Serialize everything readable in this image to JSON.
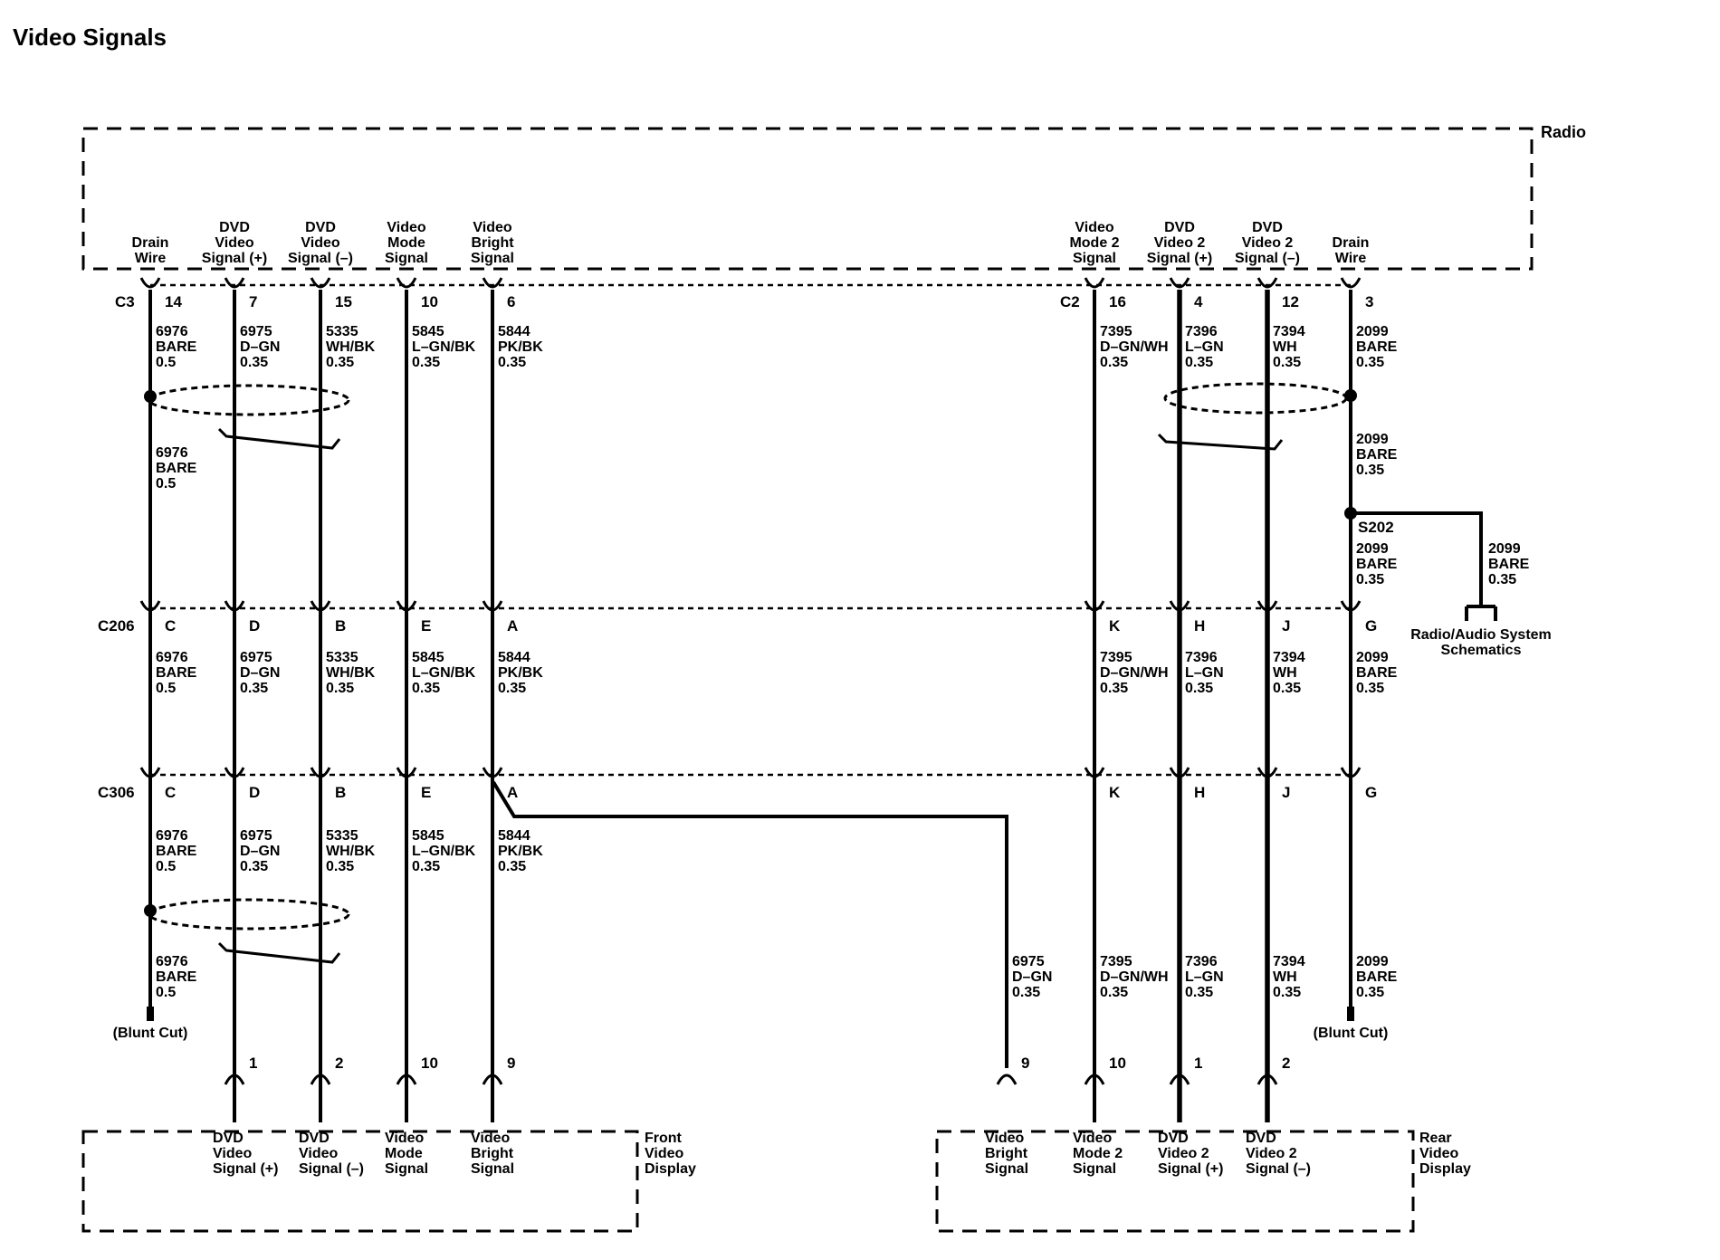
{
  "title": "Video Signals",
  "components": {
    "radio": "Radio",
    "front_display": [
      "Front",
      "Video",
      "Display"
    ],
    "rear_display": [
      "Rear",
      "Video",
      "Display"
    ],
    "radio_audio_ref": [
      "Radio/Audio System",
      "Schematics"
    ]
  },
  "connectors": {
    "c3": "C3",
    "c2": "C2",
    "c206": "C206",
    "c306": "C306"
  },
  "splice": "S202",
  "blunt_cut": "(Blunt Cut)",
  "radio_pins": [
    {
      "name": [
        "Drain",
        "Wire"
      ],
      "pin": "14"
    },
    {
      "name": [
        "DVD",
        "Video",
        "Signal (+)"
      ],
      "pin": "7"
    },
    {
      "name": [
        "DVD",
        "Video",
        "Signal (–)"
      ],
      "pin": "15"
    },
    {
      "name": [
        "Video",
        "Mode",
        "Signal"
      ],
      "pin": "10"
    },
    {
      "name": [
        "Video",
        "Bright",
        "Signal"
      ],
      "pin": "6"
    },
    {
      "name": [
        "Video",
        "Mode 2",
        "Signal"
      ],
      "pin": "16"
    },
    {
      "name": [
        "DVD",
        "Video 2",
        "Signal (+)"
      ],
      "pin": "4"
    },
    {
      "name": [
        "DVD",
        "Video 2",
        "Signal (–)"
      ],
      "pin": "12"
    },
    {
      "name": [
        "Drain",
        "Wire"
      ],
      "pin": "3"
    }
  ],
  "inline_pins": {
    "c206": [
      "C",
      "D",
      "B",
      "E",
      "A",
      "K",
      "H",
      "J",
      "G"
    ],
    "c306": [
      "C",
      "D",
      "B",
      "E",
      "A",
      "K",
      "H",
      "J",
      "G"
    ]
  },
  "wires_seg1": [
    [
      "6976",
      "BARE",
      "0.5"
    ],
    [
      "6975",
      "D–GN",
      "0.35"
    ],
    [
      "5335",
      "WH/BK",
      "0.35"
    ],
    [
      "5845",
      "L–GN/BK",
      "0.35"
    ],
    [
      "5844",
      "PK/BK",
      "0.35"
    ],
    [
      "7395",
      "D–GN/WH",
      "0.35"
    ],
    [
      "7396",
      "L–GN",
      "0.35"
    ],
    [
      "7394",
      "WH",
      "0.35"
    ],
    [
      "2099",
      "BARE",
      "0.35"
    ]
  ],
  "wires_drain_extra": {
    "c3_shield": [
      "6976",
      "BARE",
      "0.5"
    ],
    "c2_shield": [
      "2099",
      "BARE",
      "0.35"
    ],
    "s202_down": [
      "2099",
      "BARE",
      "0.35"
    ],
    "s202_branch": [
      "2099",
      "BARE",
      "0.35"
    ]
  },
  "wires_seg2": [
    [
      "6976",
      "BARE",
      "0.5"
    ],
    [
      "6975",
      "D–GN",
      "0.35"
    ],
    [
      "5335",
      "WH/BK",
      "0.35"
    ],
    [
      "5845",
      "L–GN/BK",
      "0.35"
    ],
    [
      "5844",
      "PK/BK",
      "0.35"
    ],
    [
      "7395",
      "D–GN/WH",
      "0.35"
    ],
    [
      "7396",
      "L–GN",
      "0.35"
    ],
    [
      "7394",
      "WH",
      "0.35"
    ],
    [
      "2099",
      "BARE",
      "0.35"
    ]
  ],
  "wires_seg3": [
    [
      "6976",
      "BARE",
      "0.5"
    ],
    [
      "6975",
      "D–GN",
      "0.35"
    ],
    [
      "5335",
      "WH/BK",
      "0.35"
    ],
    [
      "5845",
      "L–GN/BK",
      "0.35"
    ],
    [
      "5844",
      "PK/BK",
      "0.35"
    ]
  ],
  "wires_seg3_lower": {
    "front_drain": [
      "6976",
      "BARE",
      "0.5"
    ],
    "rear_bright": [
      "6975",
      "D–GN",
      "0.35"
    ],
    "rear_mode2": [
      "7395",
      "D–GN/WH",
      "0.35"
    ],
    "rear_vid_pos": [
      "7396",
      "L–GN",
      "0.35"
    ],
    "rear_vid_neg": [
      "7394",
      "WH",
      "0.35"
    ],
    "rear_drain": [
      "2099",
      "BARE",
      "0.35"
    ]
  },
  "front_pins": [
    {
      "pin": "1",
      "name": [
        "DVD",
        "Video",
        "Signal (+)"
      ]
    },
    {
      "pin": "2",
      "name": [
        "DVD",
        "Video",
        "Signal (–)"
      ]
    },
    {
      "pin": "10",
      "name": [
        "Video",
        "Mode",
        "Signal"
      ]
    },
    {
      "pin": "9",
      "name": [
        "Video",
        "Bright",
        "Signal"
      ]
    }
  ],
  "rear_pins": [
    {
      "pin": "9",
      "name": [
        "Video",
        "Bright",
        "Signal"
      ]
    },
    {
      "pin": "10",
      "name": [
        "Video",
        "Mode 2",
        "Signal"
      ]
    },
    {
      "pin": "1",
      "name": [
        "DVD",
        "Video 2",
        "Signal (+)"
      ]
    },
    {
      "pin": "2",
      "name": [
        "DVD",
        "Video 2",
        "Signal (–)"
      ]
    }
  ]
}
